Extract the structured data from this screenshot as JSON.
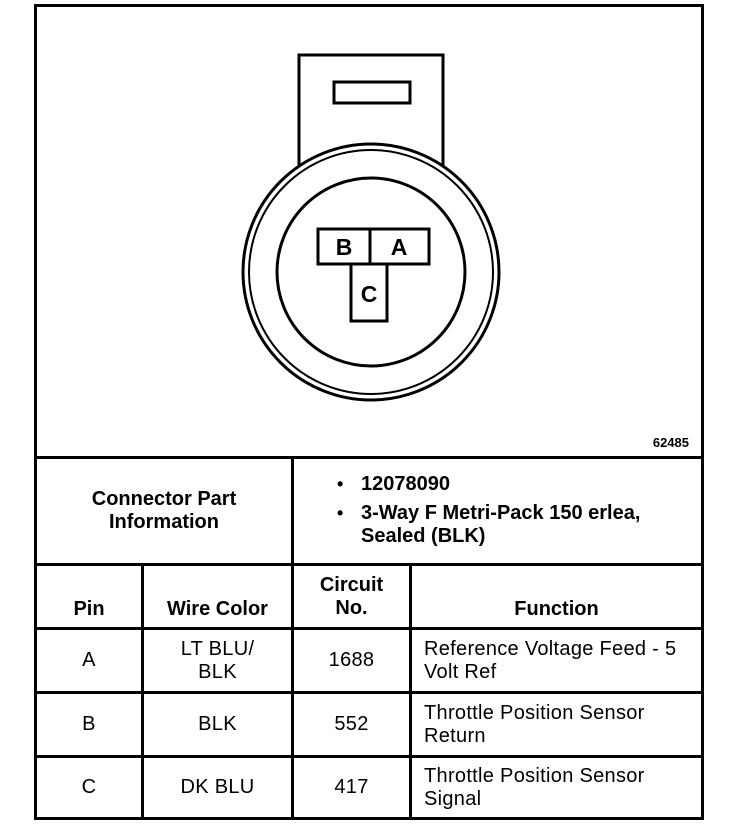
{
  "diagram": {
    "pin_labels": {
      "b": "B",
      "a": "A",
      "c": "C"
    },
    "figure_number": "62485"
  },
  "connector": {
    "header": "Connector Part Information",
    "bullets": [
      "12078090",
      "3-Way F Metri-Pack 150 erlea, Sealed (BLK)"
    ]
  },
  "table": {
    "headers": {
      "pin": "Pin",
      "wire_color": "Wire Color",
      "circuit_no": "Circuit No.",
      "function": "Function"
    },
    "rows": [
      {
        "pin": "A",
        "wire_color": "LT BLU/ BLK",
        "circuit": "1688",
        "function": "Reference Voltage Feed - 5 Volt Ref"
      },
      {
        "pin": "B",
        "wire_color": "BLK",
        "circuit": "552",
        "function": "Throttle Position Sensor Return"
      },
      {
        "pin": "C",
        "wire_color": "DK BLU",
        "circuit": "417",
        "function": "Throttle Position Sensor Signal"
      }
    ]
  }
}
